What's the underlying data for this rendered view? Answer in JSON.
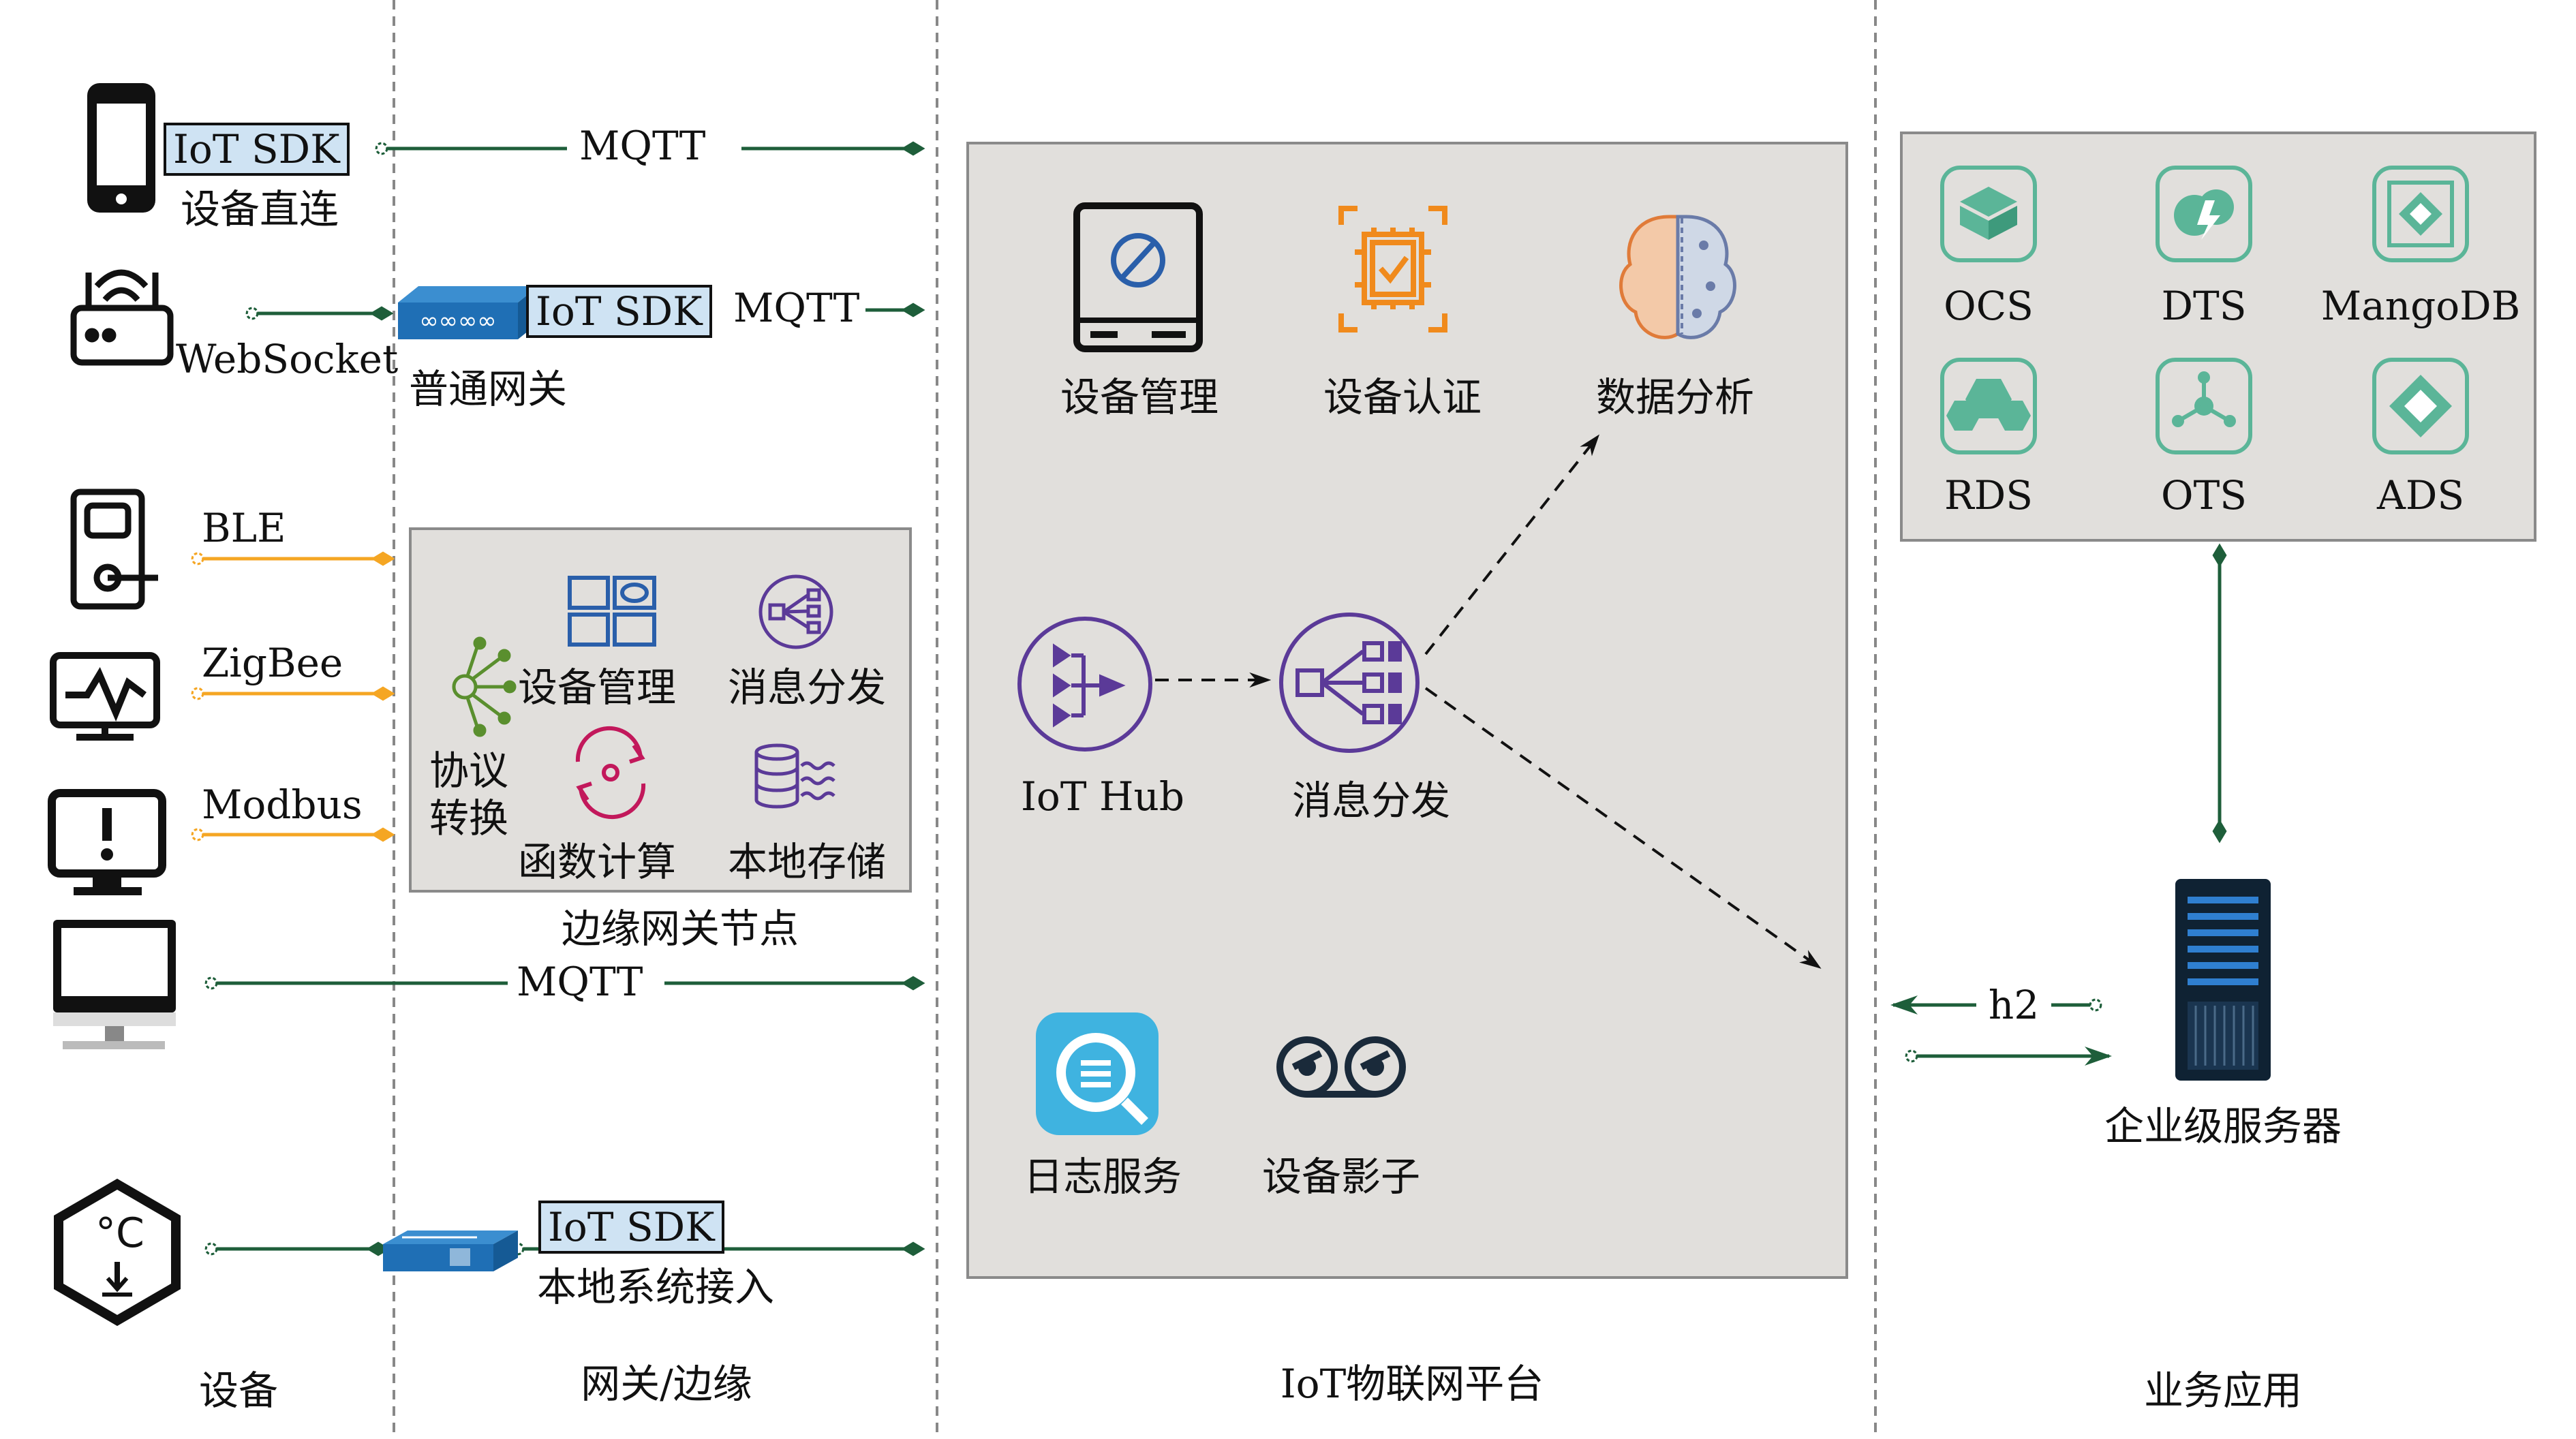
{
  "columns": {
    "devices": "设备",
    "gateway_edge": "网关/边缘",
    "platform": "IoT物联网平台",
    "business": "业务应用"
  },
  "devices": {
    "phone_sdk": "IoT SDK",
    "phone_label": "设备直连",
    "phone_protocol": "MQTT",
    "router_protocol": "WebSocket",
    "gateway_sdk": "IoT SDK",
    "gateway_protocol": "MQTT",
    "gateway_label": "普通网关",
    "ble": "BLE",
    "zigbee": "ZigBee",
    "modbus": "Modbus",
    "desktop_protocol": "MQTT",
    "local_sdk": "IoT SDK",
    "local_label": "本地系统接入"
  },
  "edge_node": {
    "title": "边缘网关节点",
    "items": {
      "device_mgmt": "设备管理",
      "msg_dispatch": "消息分发",
      "protocol_conv_1": "协议",
      "protocol_conv_2": "转换",
      "func_compute": "函数计算",
      "local_storage": "本地存储"
    }
  },
  "platform": {
    "device_mgmt": "设备管理",
    "device_auth": "设备认证",
    "data_analysis": "数据分析",
    "iot_hub": "IoT Hub",
    "msg_dispatch": "消息分发",
    "log_service": "日志服务",
    "device_shadow": "设备影子"
  },
  "services": {
    "items": [
      "OCS",
      "DTS",
      "MangoDB",
      "RDS",
      "OTS",
      "ADS"
    ]
  },
  "business": {
    "protocol": "h2",
    "server_label": "企业级服务器"
  },
  "colors": {
    "green_link": "#1e5e3a",
    "orange_link": "#f5a623",
    "teal_icon": "#5bb598",
    "purple_icon": "#5b3a98",
    "blue_icon": "#2a5faa",
    "orange_icon": "#f08a1c",
    "magenta_icon": "#c2185b",
    "log_blue": "#3fb3e0",
    "panel_fill": "#e1dfdc",
    "sdk_fill": "#cfe3f3"
  }
}
